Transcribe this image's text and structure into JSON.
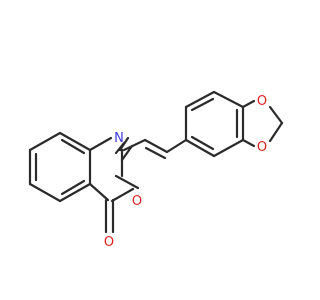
{
  "molecule": {
    "atoms": [
      {
        "id": "N",
        "symbol": "N",
        "color": "#3a3ae0"
      },
      {
        "id": "O_ring",
        "symbol": "O",
        "color": "#e02020"
      },
      {
        "id": "O_carbonyl",
        "symbol": "O",
        "color": "#e02020"
      },
      {
        "id": "O_dioxole_top",
        "symbol": "O",
        "color": "#e02020"
      },
      {
        "id": "O_dioxole_bottom",
        "symbol": "O",
        "color": "#e02020"
      }
    ],
    "bond_color": "#2b2b2b",
    "background": "#ffffff"
  }
}
